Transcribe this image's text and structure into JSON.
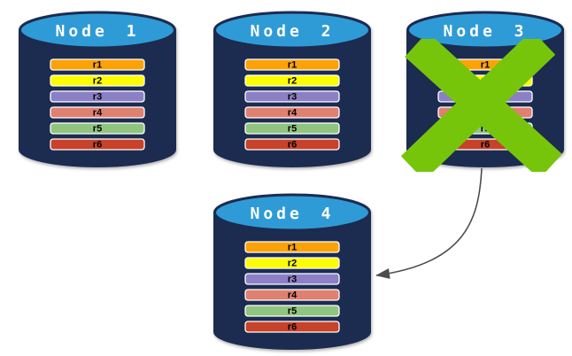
{
  "colors": {
    "cylinder_body": "#1C2B50",
    "cylinder_top": "#2F9BD6",
    "row_border": "#FFFFFF",
    "row_label_text": "#000000",
    "title_text": "#FFFFFF",
    "failure_x": "#77C50B",
    "arrow": "#4D4D4D"
  },
  "nodes": [
    {
      "title": "Node 1",
      "failed": false,
      "rows": [
        {
          "label": "r1",
          "color": "#FBA306"
        },
        {
          "label": "r2",
          "color": "#FCFC03"
        },
        {
          "label": "r3",
          "color": "#8B80C5"
        },
        {
          "label": "r4",
          "color": "#DF8070"
        },
        {
          "label": "r5",
          "color": "#90C57F"
        },
        {
          "label": "r6",
          "color": "#C74228"
        }
      ]
    },
    {
      "title": "Node 2",
      "failed": false,
      "rows": [
        {
          "label": "r1",
          "color": "#FBA306"
        },
        {
          "label": "r2",
          "color": "#FCFC03"
        },
        {
          "label": "r3",
          "color": "#8B80C5"
        },
        {
          "label": "r4",
          "color": "#DF8070"
        },
        {
          "label": "r5",
          "color": "#90C57F"
        },
        {
          "label": "r6",
          "color": "#C74228"
        }
      ]
    },
    {
      "title": "Node 3",
      "failed": true,
      "rows": [
        {
          "label": "r1",
          "color": "#FBA306"
        },
        {
          "label": "r2",
          "color": "#FCFC03"
        },
        {
          "label": "r3",
          "color": "#8B80C5"
        },
        {
          "label": "r4",
          "color": "#DF8070"
        },
        {
          "label": "r5",
          "color": "#90C57F"
        },
        {
          "label": "r6",
          "color": "#C74228"
        }
      ]
    },
    {
      "title": "Node 4",
      "failed": false,
      "rows": [
        {
          "label": "r1",
          "color": "#FBA306"
        },
        {
          "label": "r2",
          "color": "#FCFC03"
        },
        {
          "label": "r3",
          "color": "#8B80C5"
        },
        {
          "label": "r4",
          "color": "#DF8070"
        },
        {
          "label": "r5",
          "color": "#90C57F"
        },
        {
          "label": "r6",
          "color": "#C74228"
        }
      ]
    }
  ],
  "arrow": {
    "from": "Node 3",
    "to": "Node 4"
  }
}
